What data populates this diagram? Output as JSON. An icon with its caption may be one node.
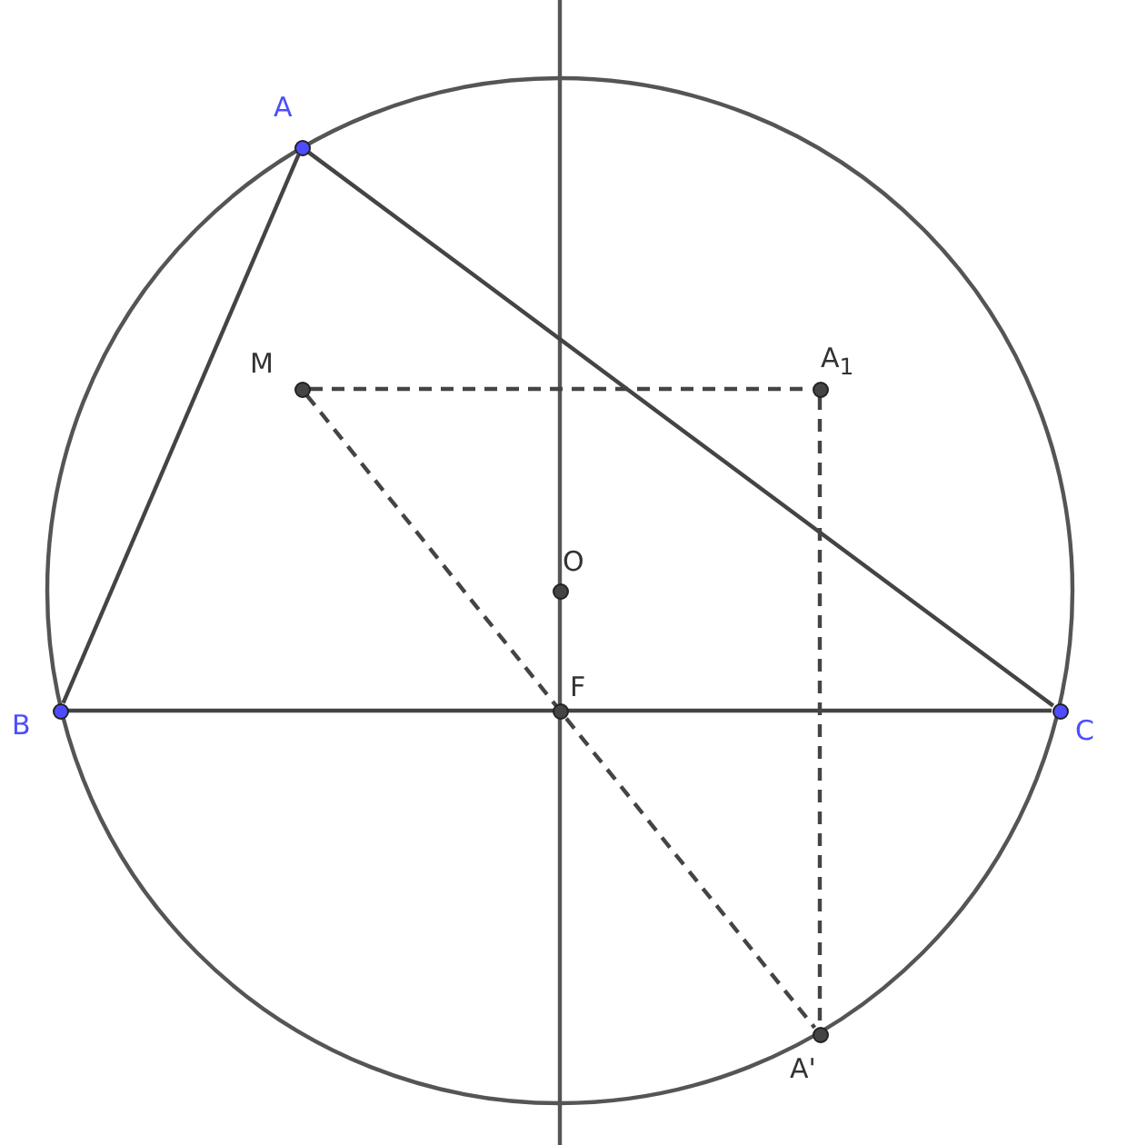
{
  "diagram": {
    "nodes": [
      {
        "text": [
          "A"
        ]
      },
      {
        "text": [
          "B"
        ]
      },
      {
        "text": [
          "C"
        ]
      },
      {
        "text": [
          "M"
        ]
      },
      {
        "text": [
          "A$_{1}$"
        ]
      },
      {
        "text": [
          "O"
        ]
      },
      {
        "text": [
          "F"
        ]
      },
      {
        "text": [
          "A'"
        ]
      }
    ],
    "edges": [
      {
        "from": 0,
        "to": 1,
        "arrow": "none"
      },
      {
        "from": 0,
        "to": 2,
        "arrow": "none"
      },
      {
        "from": 1,
        "to": 2,
        "arrow": "none"
      },
      {
        "from": 3,
        "to": 4,
        "arrow": "none",
        "style": "dashed"
      },
      {
        "from": 4,
        "to": 7,
        "arrow": "none",
        "style": "dashed"
      },
      {
        "from": 3,
        "to": 7,
        "arrow": "none",
        "style": "dashed"
      }
    ]
  }
}
